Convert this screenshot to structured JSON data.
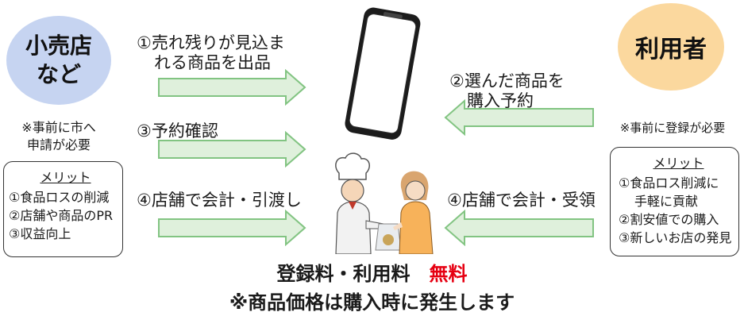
{
  "retailer": {
    "label_line1": "小売店",
    "label_line2": "など",
    "note_line1": "※事前に市へ",
    "note_line2": "申請が必要"
  },
  "user": {
    "label": "利用者",
    "note": "※事前に登録が必要"
  },
  "retailer_merits": {
    "title": "メリット",
    "items": [
      "①食品ロスの削減",
      "②店舗や商品のPR",
      "③収益向上"
    ]
  },
  "user_merits": {
    "title": "メリット",
    "items": [
      "①食品ロス削減に",
      "手軽に貢献",
      "②割安値での購入",
      "③新しいお店の発見"
    ]
  },
  "steps": {
    "s1_line1": "①売れ残りが見込ま",
    "s1_line2": "れる商品を出品",
    "s2_line1": "②選んだ商品を",
    "s2_line2": "購入予約",
    "s3": "③予約確認",
    "s4_left": "④店舗で会計・引渡し",
    "s4_right": "④店舗で会計・受領"
  },
  "footer": {
    "fees": "登録料・利用料",
    "free": "無料",
    "price_note": "※商品価格は購入時に発生します"
  },
  "colors": {
    "arrow_fill": "#dff0dc",
    "arrow_stroke": "#82c482",
    "free": "#e60012",
    "left_circle": "#c6d4f1",
    "right_circle": "#fbd89e"
  }
}
